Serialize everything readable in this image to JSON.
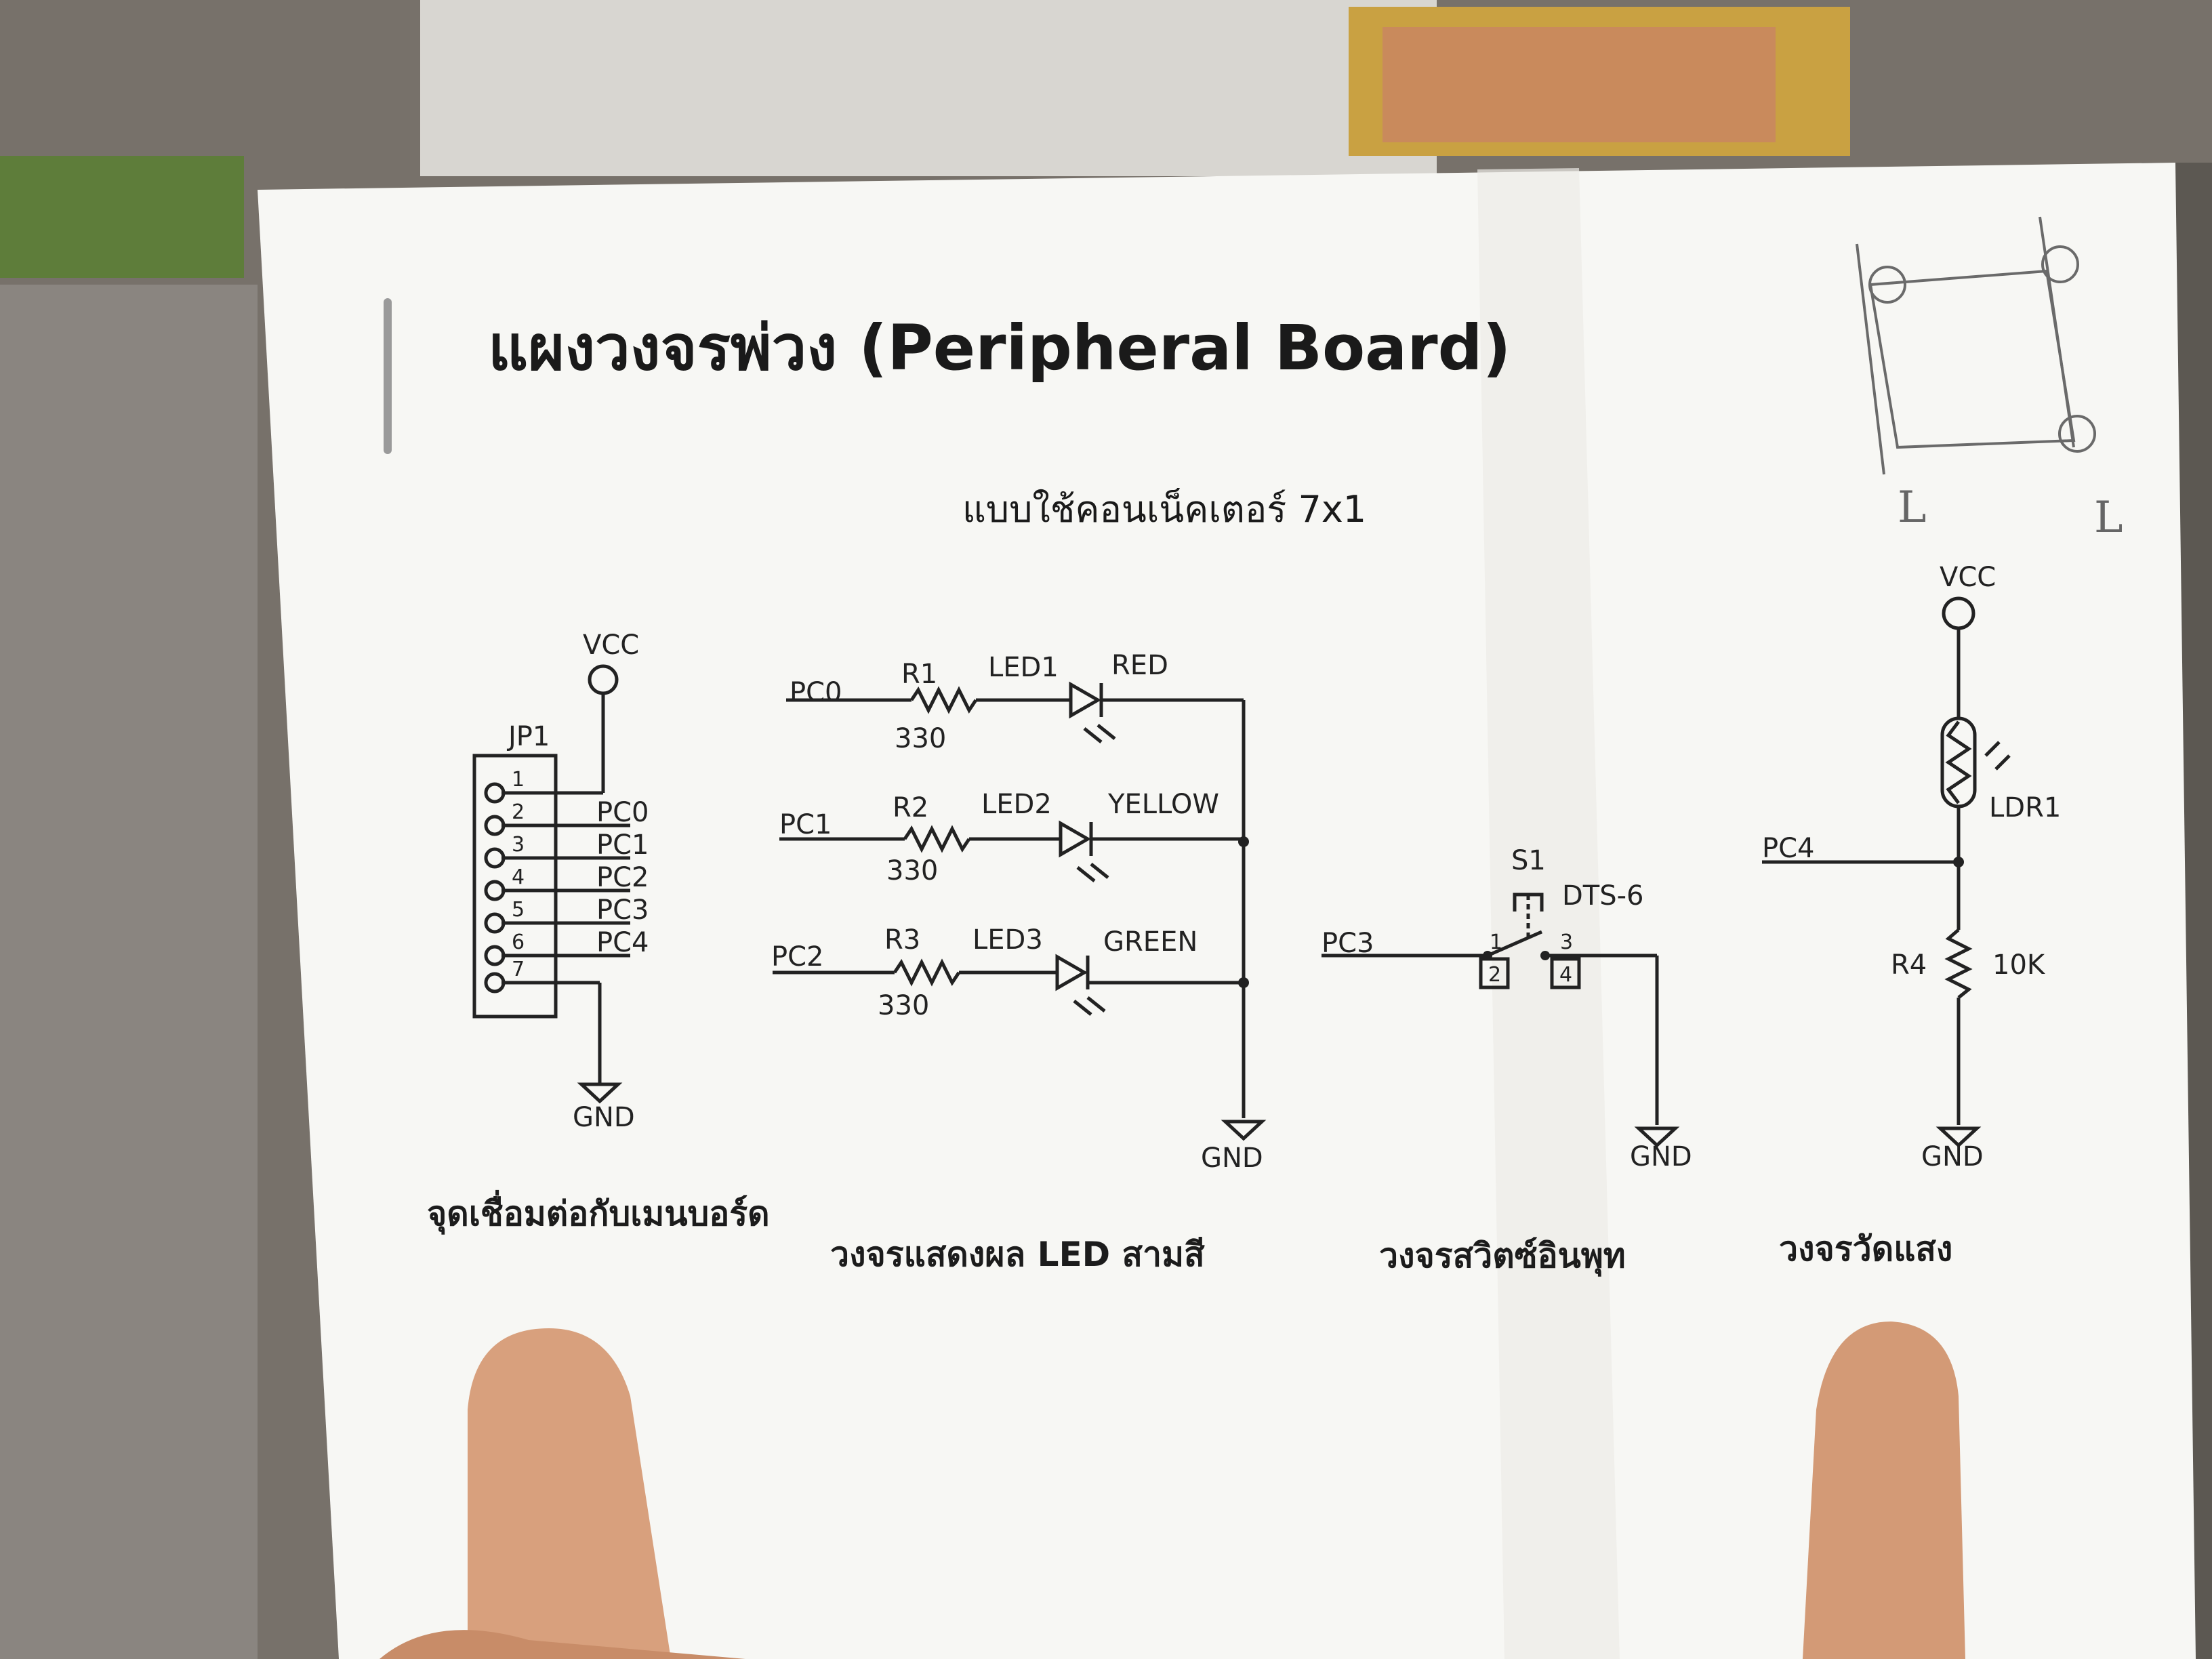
{
  "title": "แผงวงจรพ่วง (Peripheral Board)",
  "subtitle": "แบบใช้คอนเน็คเตอร์ 7x1",
  "connector": {
    "ref": "JP1",
    "vcc": "VCC",
    "gnd": "GND",
    "pins": [
      "1",
      "2",
      "3",
      "4",
      "5",
      "6",
      "7"
    ],
    "signals": [
      "PC0",
      "PC1",
      "PC2",
      "PC3",
      "PC4"
    ],
    "caption": "จุดเชื่อมต่อกับเมนบอร์ด"
  },
  "led_circuit": {
    "rows": [
      {
        "port": "PC0",
        "resistor": "R1",
        "value": "330",
        "led": "LED1",
        "color": "RED"
      },
      {
        "port": "PC1",
        "resistor": "R2",
        "value": "330",
        "led": "LED2",
        "color": "YELLOW"
      },
      {
        "port": "PC2",
        "resistor": "R3",
        "value": "330",
        "led": "LED3",
        "color": "GREEN"
      }
    ],
    "gnd": "GND",
    "caption": "วงจรแสดงผล LED สามสี"
  },
  "switch_circuit": {
    "port": "PC3",
    "ref": "S1",
    "part": "DTS-6",
    "pins": [
      "1",
      "2",
      "3",
      "4"
    ],
    "gnd": "GND",
    "caption": "วงจรสวิตซ์อินพุท"
  },
  "light_circuit": {
    "vcc": "VCC",
    "ldr": "LDR1",
    "port": "PC4",
    "resistor": "R4",
    "value": "10K",
    "gnd": "GND",
    "caption": "วงจรวัดแสง"
  },
  "handwriting": [
    "L",
    "L"
  ]
}
